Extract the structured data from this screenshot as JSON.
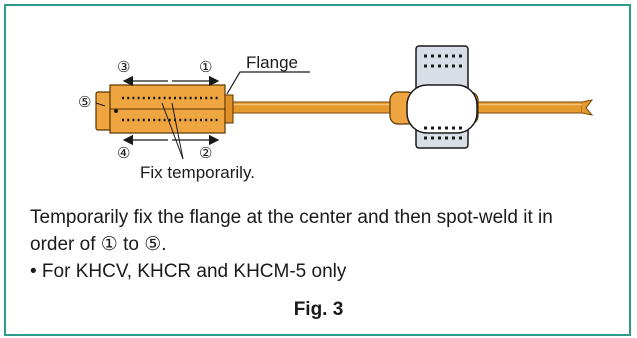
{
  "diagram": {
    "markers": {
      "m1": "①",
      "m2": "②",
      "m3": "③",
      "m4": "④",
      "m5": "⑤"
    },
    "flange_label": "Flange",
    "fix_label": "Fix temporarily."
  },
  "caption": {
    "line1": "Temporarily fix the flange at the center and then spot-weld it in",
    "line2": "order of ① to ⑤.",
    "note": "• For KHCV, KHCR and KHCM-5 only"
  },
  "figure_label": "Fig. 3",
  "colors": {
    "frame": "#2f9a88",
    "pipe": "#e59a2e",
    "pipe_dark": "#b86a12",
    "flange": "#f0a640",
    "insulation": "#d8dde6"
  }
}
